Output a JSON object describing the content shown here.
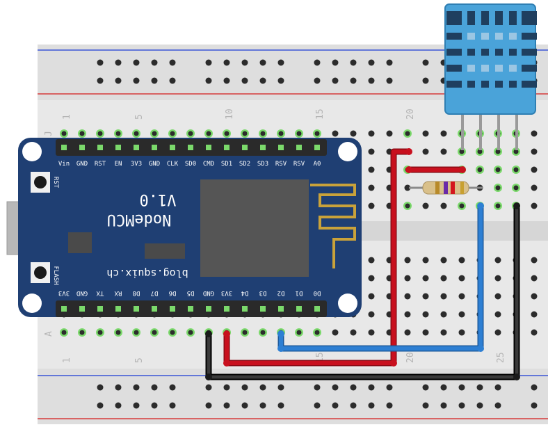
{
  "breadboard": {
    "column_numbers": [
      "1",
      "5",
      "10",
      "15",
      "20",
      "25"
    ],
    "row_letters_top": [
      "J"
    ],
    "row_letters_bottom": [
      "A"
    ]
  },
  "nodemcu": {
    "title": "NodeMCU",
    "version": "V1.0",
    "site": "blog.squix.ch",
    "button_rst": "RST",
    "button_flash": "FLASH",
    "pins_top": [
      "Vin",
      "GND",
      "RST",
      "EN",
      "3V3",
      "GND",
      "CLK",
      "SD0",
      "CMD",
      "SD1",
      "SD2",
      "SD3",
      "RSV",
      "RSV",
      "A0"
    ],
    "pins_bottom": [
      "3V3",
      "GND",
      "TX",
      "RX",
      "D8",
      "D7",
      "D6",
      "D5",
      "GND",
      "3V3",
      "D4",
      "D3",
      "D2",
      "D1",
      "D0"
    ]
  },
  "colors": {
    "board": "#1f3f73",
    "wire_red": "#c8101e",
    "wire_blue": "#2d7fd3",
    "wire_black": "#1a1a1a",
    "sensor": "#4aa3d9",
    "rail_red": "#d63a3a",
    "rail_blue": "#3a55d6"
  }
}
